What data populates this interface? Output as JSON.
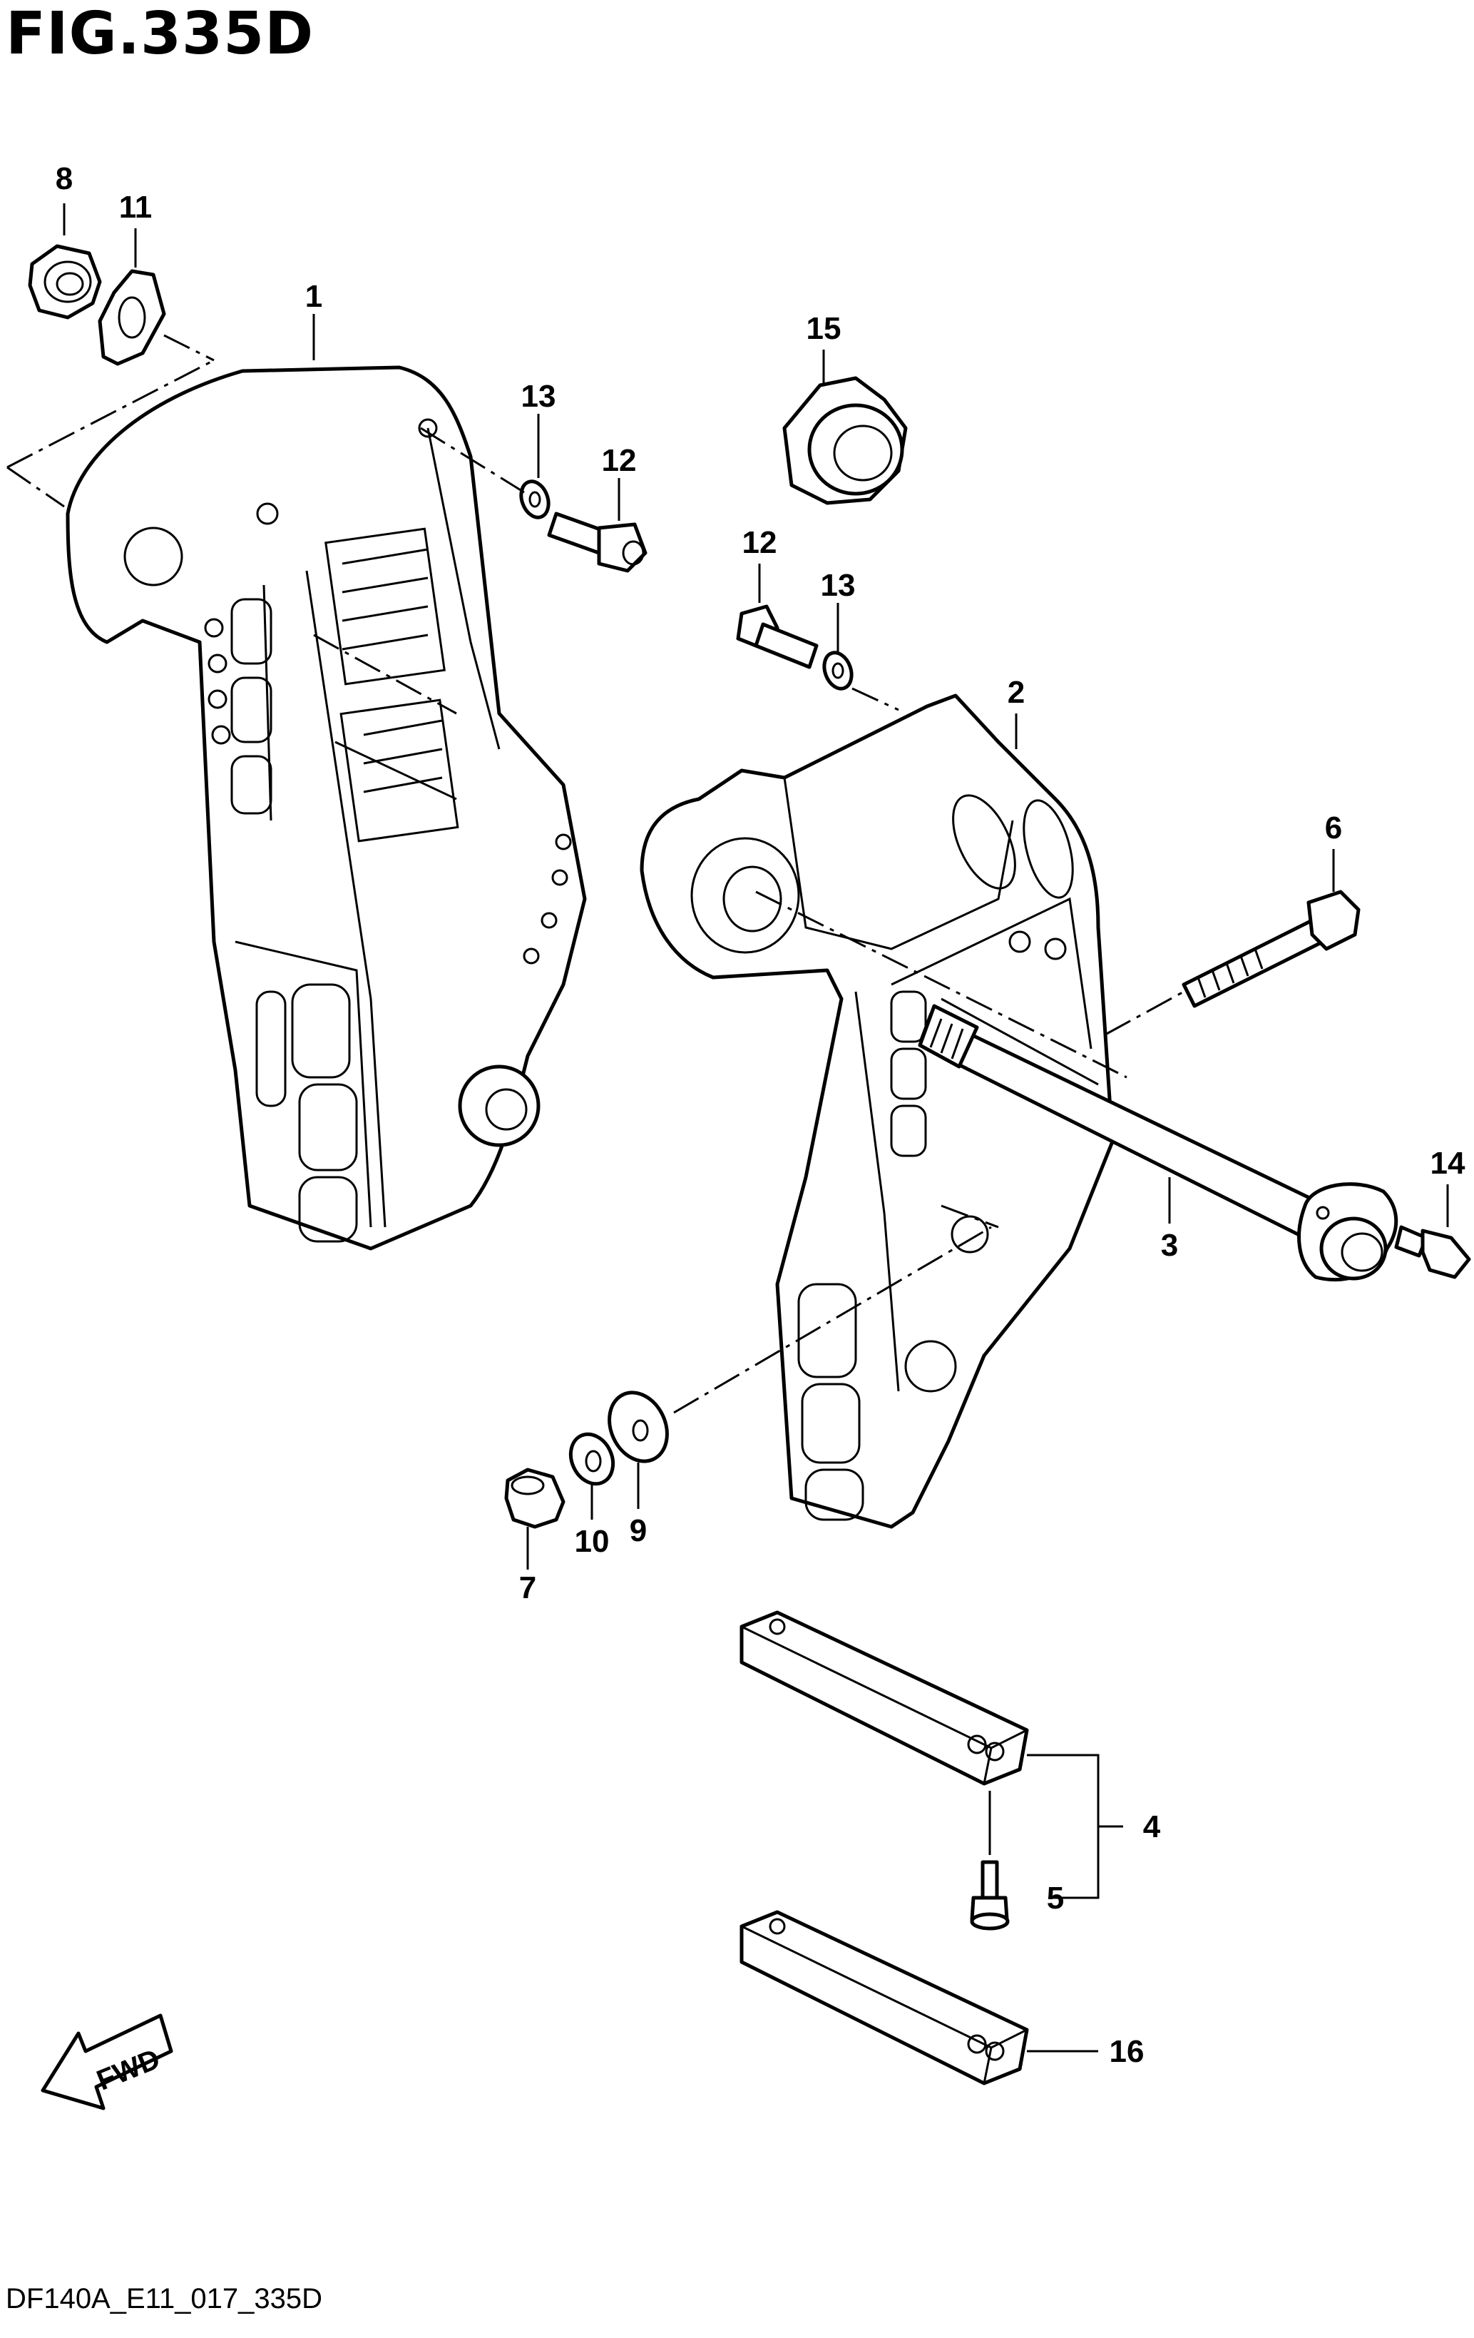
{
  "figure": {
    "title": "FIG.335D",
    "code": "DF140A_E11_017_335D"
  },
  "direction_label": "FWD",
  "callouts": {
    "c1": "1",
    "c2": "2",
    "c3": "3",
    "c4": "4",
    "c5": "5",
    "c6": "6",
    "c7": "7",
    "c8": "8",
    "c9": "9",
    "c10": "10",
    "c11": "11",
    "c12a": "12",
    "c12b": "12",
    "c13a": "13",
    "c13b": "13",
    "c14": "14",
    "c15": "15",
    "c16": "16"
  }
}
